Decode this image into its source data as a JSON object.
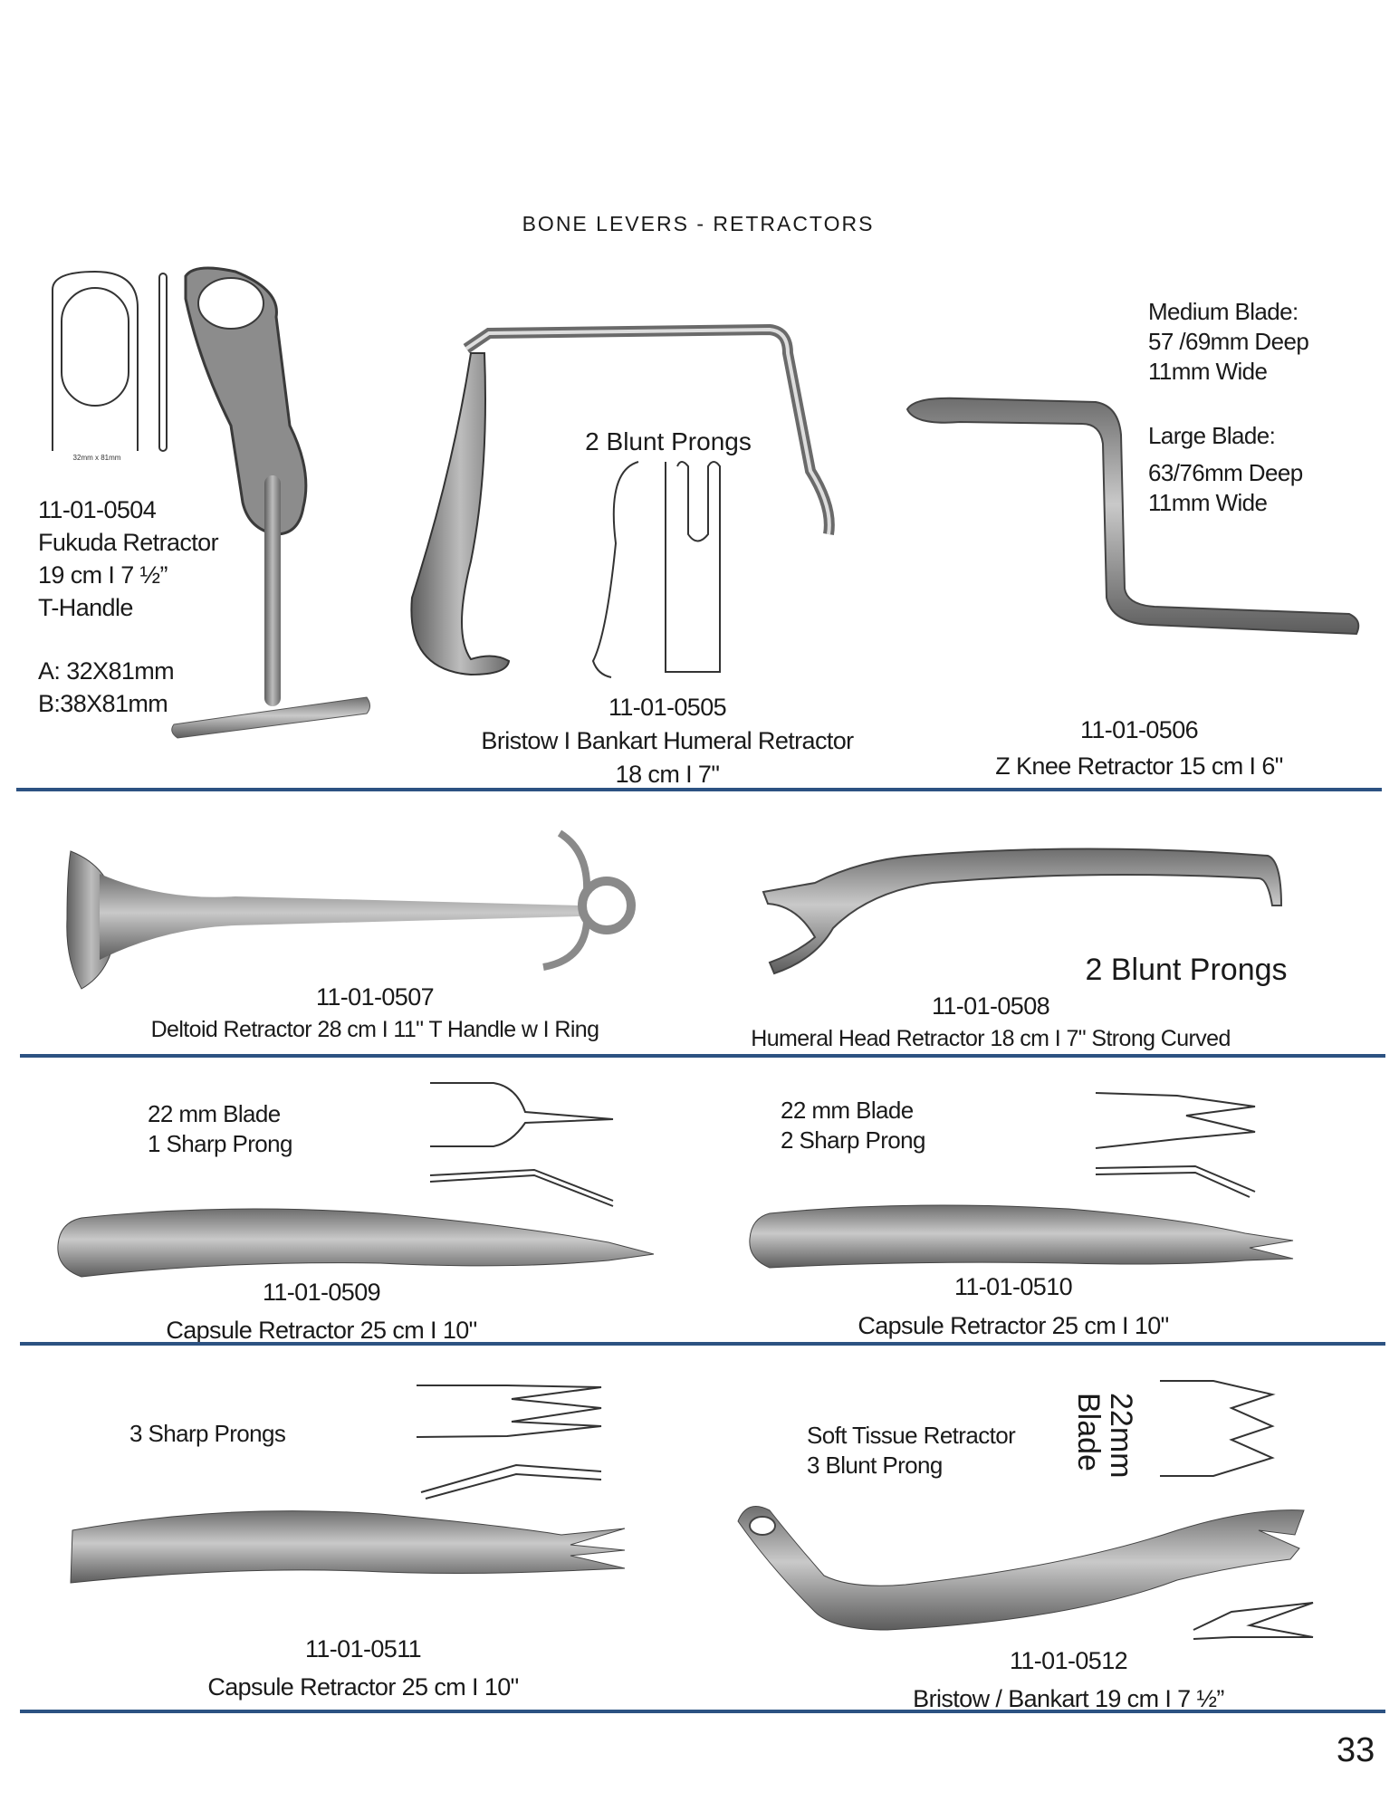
{
  "page": {
    "title": "BONE LEVERS - RETRACTORS",
    "page_number": "33"
  },
  "colors": {
    "rule": "#2c5282",
    "metal": "#8a8a8a"
  },
  "items": {
    "p0504": {
      "code": "11-01-0504",
      "name": "Fukuda Retractor",
      "size": "19 cm I 7 ½”",
      "handle": "T-Handle",
      "spec_a": "A: 32X81mm",
      "spec_b": "B:38X81mm",
      "diagram_caption": "32mm x 81mm"
    },
    "p0505": {
      "code": "11-01-0505",
      "name": "Bristow I Bankart Humeral Retractor",
      "size": "18 cm I 7\"",
      "note": "2 Blunt Prongs"
    },
    "p0506": {
      "code": "11-01-0506",
      "name": "Z Knee Retractor 15 cm I 6\"",
      "medium_label": "Medium Blade:",
      "medium_depth": "57 /69mm Deep",
      "medium_width": "11mm Wide",
      "large_label": "Large Blade:",
      "large_depth": "63/76mm Deep",
      "large_width": "11mm Wide"
    },
    "p0507": {
      "code": "11-01-0507",
      "name": "Deltoid Retractor 28 cm I 11\" T Handle w I Ring"
    },
    "p0508": {
      "code": "11-01-0508",
      "name": "Humeral Head Retractor 18 cm I 7\" Strong Curved",
      "note": "2 Blunt Prongs"
    },
    "p0509": {
      "code": "11-01-0509",
      "name": "Capsule Retractor 25 cm I 10\"",
      "blade": "22 mm Blade",
      "prong": "1 Sharp Prong"
    },
    "p0510": {
      "code": "11-01-0510",
      "name": "Capsule Retractor 25 cm I 10\"",
      "blade": "22 mm Blade",
      "prong": "2 Sharp Prong"
    },
    "p0511": {
      "code": "11-01-0511",
      "name": "Capsule Retractor 25 cm I 10\"",
      "prong": "3 Sharp Prongs"
    },
    "p0512": {
      "code": "11-01-0512",
      "name": "Bristow / Bankart 19 cm I 7 ½”",
      "type": "Soft Tissue Retractor",
      "prong": "3 Blunt Prong",
      "blade": "22mm Blade"
    }
  }
}
